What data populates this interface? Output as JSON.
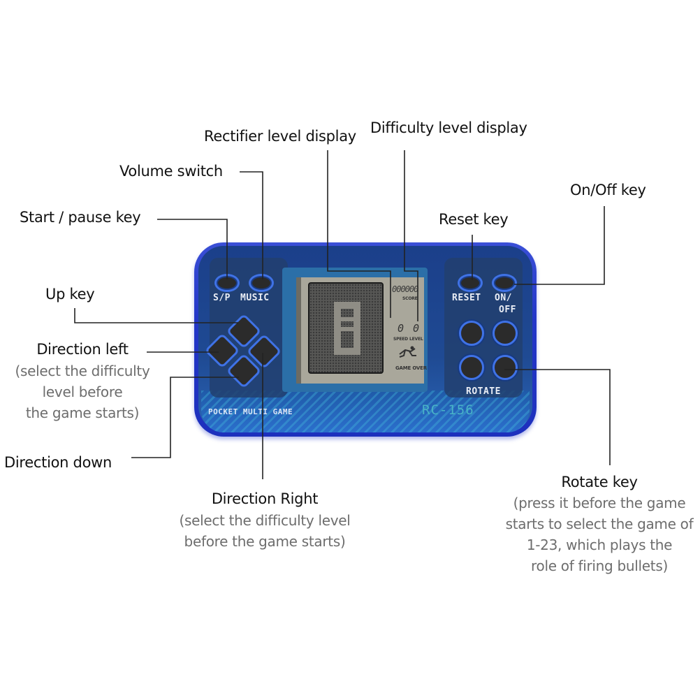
{
  "labels": {
    "rectifier_level_display": "Rectifier level display",
    "difficulty_level_display": "Difficulty level display",
    "volume_switch": "Volume switch",
    "on_off_key": "On/Off key",
    "start_pause_key": "Start / pause key",
    "reset_key": "Reset key",
    "up_key": "Up key",
    "direction_left": {
      "title": "Direction left",
      "note": [
        "(select the difficulty",
        "level before",
        "the game starts)"
      ]
    },
    "direction_down": "Direction down",
    "direction_right": {
      "title": "Direction Right",
      "note": [
        "(select the difficulty level",
        "before the game starts)"
      ]
    },
    "rotate_key": {
      "title": "Rotate key",
      "note": [
        "(press it before the game",
        "starts to select the game of",
        "1-23, which plays the",
        "role of firing bullets)"
      ]
    }
  },
  "device": {
    "button_labels": {
      "sp": "S/P",
      "music": "MUSIC",
      "reset": "RESET",
      "on": "ON/",
      "off": "OFF",
      "rotate": "ROTATE"
    },
    "brand": "POCKET MULTI GAME",
    "model": "RC-156",
    "screen": {
      "score": "000000",
      "score_label": "SCORE",
      "speed_value": "0",
      "level_value": "0",
      "speed_label": "SPEED",
      "level_label": "LEVEL",
      "game_over": "GAME OVER"
    },
    "colors": {
      "body": "#2336c8",
      "button_ring": "#3f72e6",
      "lcd": "#a9a79b"
    }
  }
}
